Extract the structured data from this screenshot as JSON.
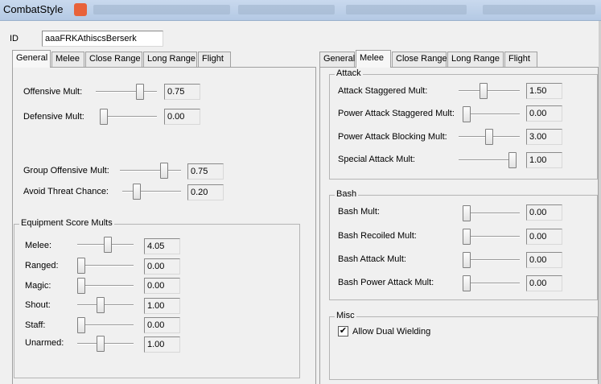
{
  "window": {
    "title": "CombatStyle"
  },
  "id_field": {
    "label": "ID",
    "value": "aaaFRKAthiscsBerserk"
  },
  "left_tabs": [
    "General",
    "Melee",
    "Close Range",
    "Long Range",
    "Flight"
  ],
  "right_tabs": [
    "General",
    "Melee",
    "Close Range",
    "Long Range",
    "Flight"
  ],
  "general": {
    "offensive_mult": {
      "label": "Offensive Mult:",
      "value": "0.75",
      "slider": 0.75
    },
    "defensive_mult": {
      "label": "Defensive Mult:",
      "value": "0.00",
      "slider": 0.0
    },
    "group_offensive_mult": {
      "label": "Group Offensive Mult:",
      "value": "0.75",
      "slider": 0.75
    },
    "avoid_threat_chance": {
      "label": "Avoid Threat Chance:",
      "value": "0.20",
      "slider": 0.2
    }
  },
  "equipment": {
    "title": "Equipment Score Mults",
    "rows": [
      {
        "label": "Melee:",
        "value": "4.05",
        "slider": 0.55
      },
      {
        "label": "Ranged:",
        "value": "0.00",
        "slider": 0.0
      },
      {
        "label": "Magic:",
        "value": "0.00",
        "slider": 0.0
      },
      {
        "label": "Shout:",
        "value": "1.00",
        "slider": 0.4
      },
      {
        "label": "Staff:",
        "value": "0.00",
        "slider": 0.0
      },
      {
        "label": "Unarmed:",
        "value": "1.00",
        "slider": 0.4
      }
    ]
  },
  "attack": {
    "title": "Attack",
    "rows": [
      {
        "label": "Attack Staggered Mult:",
        "value": "1.50",
        "slider": 0.4
      },
      {
        "label": "Power Attack Staggered Mult:",
        "value": "0.00",
        "slider": 0.0
      },
      {
        "label": "Power Attack Blocking Mult:",
        "value": "3.00",
        "slider": 0.5
      },
      {
        "label": "Special Attack Mult:",
        "value": "1.00",
        "slider": 1.0
      }
    ]
  },
  "bash": {
    "title": "Bash",
    "rows": [
      {
        "label": "Bash Mult:",
        "value": "0.00",
        "slider": 0.0
      },
      {
        "label": "Bash Recoiled Mult:",
        "value": "0.00",
        "slider": 0.0
      },
      {
        "label": "Bash Attack Mult:",
        "value": "0.00",
        "slider": 0.0
      },
      {
        "label": "Bash Power Attack Mult:",
        "value": "0.00",
        "slider": 0.0
      }
    ]
  },
  "misc": {
    "title": "Misc",
    "allow_dual_wielding": {
      "label": "Allow Dual Wielding",
      "checked": true,
      "mark": "✔"
    }
  }
}
